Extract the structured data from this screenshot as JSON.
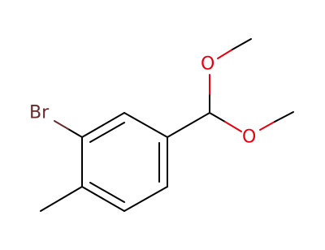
{
  "molecule": {
    "atoms": {
      "br": {
        "symbol": "Br",
        "color": "#6b2a2a"
      },
      "o1": {
        "symbol": "O",
        "color": "#e8000f"
      },
      "o2": {
        "symbol": "O",
        "color": "#e8000f"
      }
    },
    "colors": {
      "bond": "#000000",
      "oxygen": "#e8000f",
      "bromine": "#6b2a2a",
      "background": "#ffffff"
    }
  }
}
